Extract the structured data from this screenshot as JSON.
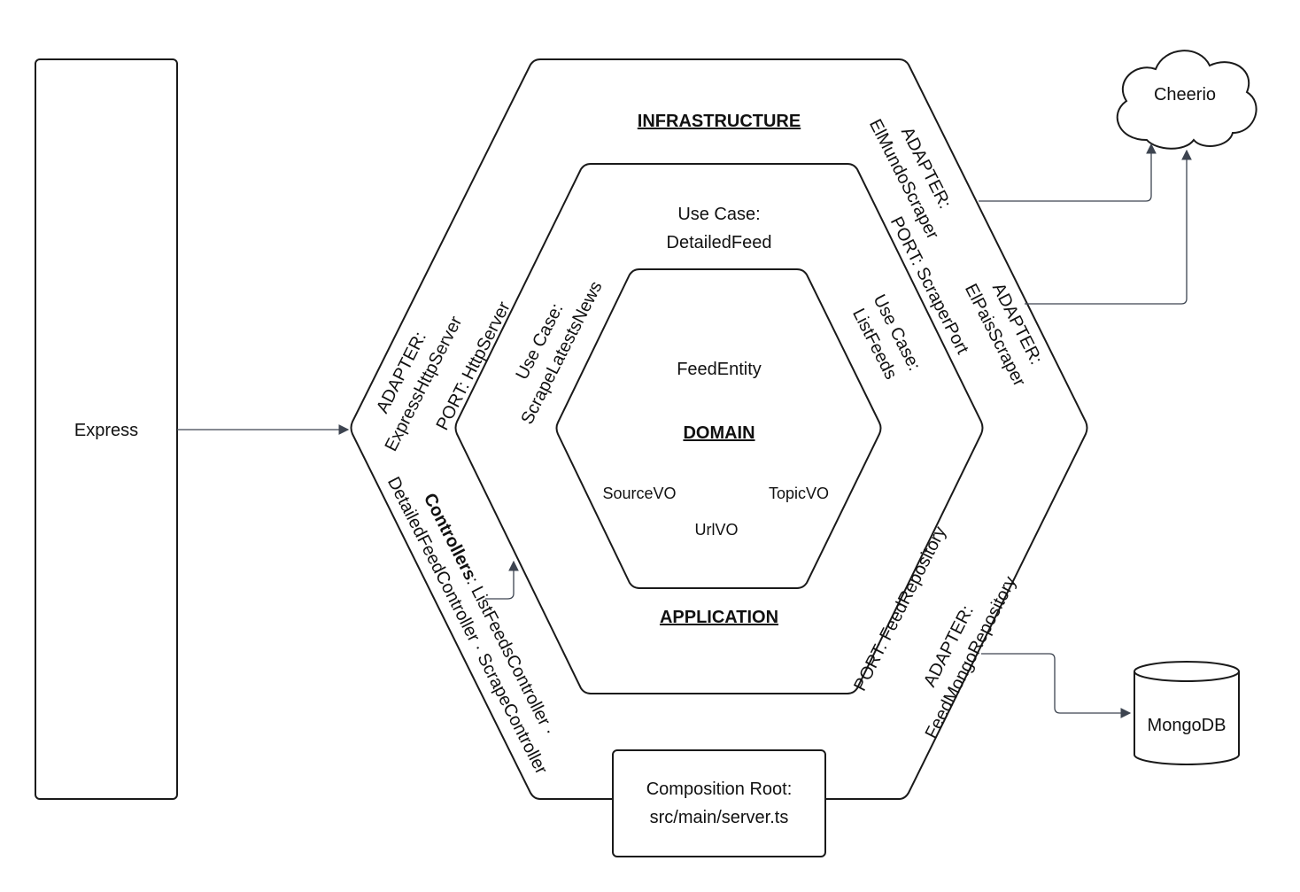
{
  "nodes": {
    "express": "Express",
    "cheerio": "Cheerio",
    "mongodb": "MongoDB",
    "composition_root": [
      "Composition Root:",
      "src/main/server.ts"
    ]
  },
  "layers": {
    "infrastructure": "INFRASTRUCTURE",
    "application": "APPLICATION",
    "domain": "DOMAIN"
  },
  "infrastructure_adapters": {
    "http_server": [
      "ADAPTER:",
      "ExpressHttpServer"
    ],
    "elmundo": [
      "ADAPTER:",
      "ElMundoScraper"
    ],
    "elpais": [
      "ADAPTER:",
      "ElPaisScraper"
    ],
    "mongo_repo": [
      "ADAPTER:",
      "FeedMongoRepository"
    ],
    "controllers_bold": "Controllers",
    "controllers_rest": ": ListFeedsController ·",
    "controllers_line2": "DetailedFeedController · ScrapeController"
  },
  "application": {
    "port_http": "PORT: HttpServer",
    "port_scraper": "PORT: ScraperPort",
    "port_repo": "PORT: FeedRepository",
    "use_case_detailed": [
      "Use Case:",
      "DetailedFeed"
    ],
    "use_case_scrape": [
      "Use Case:",
      "ScrapeLatestsNews"
    ],
    "use_case_list": [
      "Use Case:",
      "ListFeeds"
    ]
  },
  "domain": {
    "entity": "FeedEntity",
    "vo_source": "SourceVO",
    "vo_topic": "TopicVO",
    "vo_url": "UrlVO"
  }
}
